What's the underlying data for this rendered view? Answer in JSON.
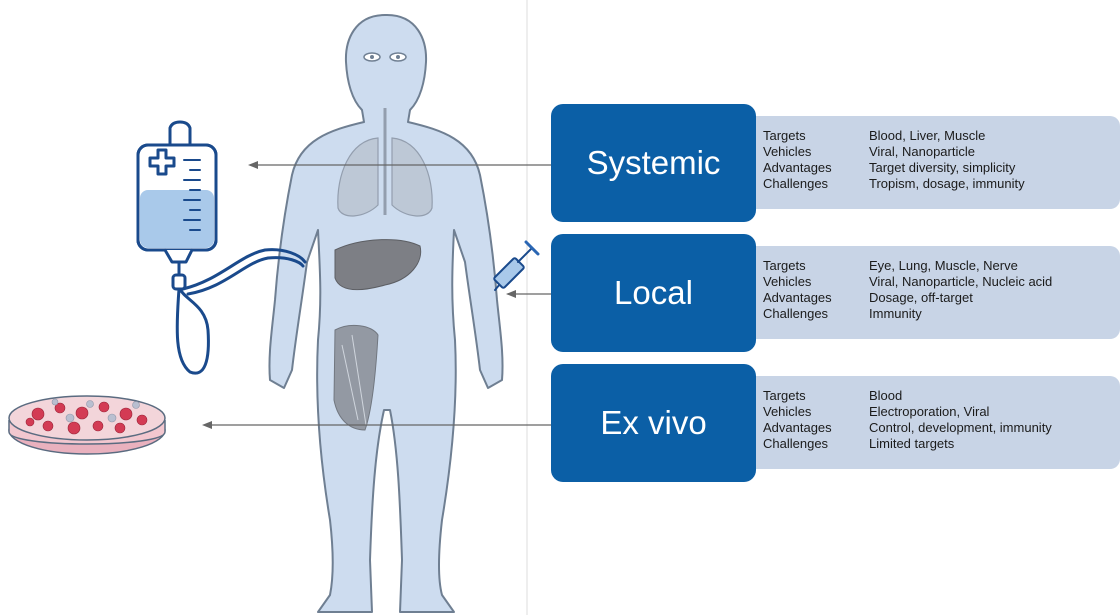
{
  "colors": {
    "tab": "#0b5fa6",
    "info_panel": "#c8d4e6",
    "arrow": "#666666",
    "body_fill": "#cddcef",
    "body_stroke": "#6f7f92"
  },
  "icons": [
    "iv-bag-icon",
    "syringe-icon",
    "petri-dish-icon",
    "human-body-icon",
    "lungs-icon",
    "liver-icon",
    "thigh-muscle-icon"
  ],
  "routes": [
    {
      "name": "Systemic",
      "rows": [
        {
          "label": "Targets",
          "value": "Blood, Liver, Muscle"
        },
        {
          "label": "Vehicles",
          "value": "Viral, Nanoparticle"
        },
        {
          "label": "Advantages",
          "value": "Target diversity, simplicity"
        },
        {
          "label": "Challenges",
          "value": "Tropism, dosage, immunity"
        }
      ]
    },
    {
      "name": "Local",
      "rows": [
        {
          "label": "Targets",
          "value": "Eye, Lung, Muscle, Nerve"
        },
        {
          "label": "Vehicles",
          "value": "Viral, Nanoparticle, Nucleic acid"
        },
        {
          "label": "Advantages",
          "value": "Dosage, off-target"
        },
        {
          "label": "Challenges",
          "value": "Immunity"
        }
      ]
    },
    {
      "name": "Ex vivo",
      "rows": [
        {
          "label": "Targets",
          "value": "Blood"
        },
        {
          "label": "Vehicles",
          "value": "Electroporation, Viral"
        },
        {
          "label": "Advantages",
          "value": "Control, development, immunity"
        },
        {
          "label": "Challenges",
          "value": "Limited targets"
        }
      ]
    }
  ]
}
